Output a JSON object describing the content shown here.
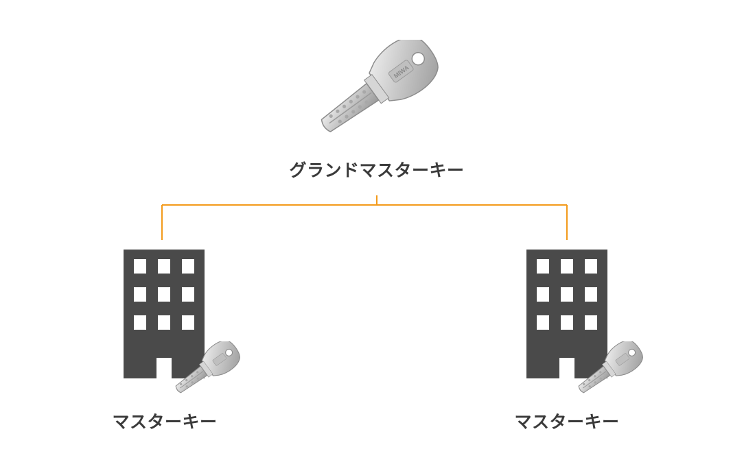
{
  "diagram": {
    "top": {
      "label": "グランドマスターキー",
      "key_icon": "key-icon"
    },
    "nodes": [
      {
        "label": "マスターキー",
        "building_icon": "building-icon",
        "key_icon": "key-icon"
      },
      {
        "label": "マスターキー",
        "building_icon": "building-icon",
        "key_icon": "key-icon"
      }
    ],
    "colors": {
      "connector": "#f39a1a",
      "building": "#4a4a4a",
      "text": "#3a3a3a"
    }
  }
}
